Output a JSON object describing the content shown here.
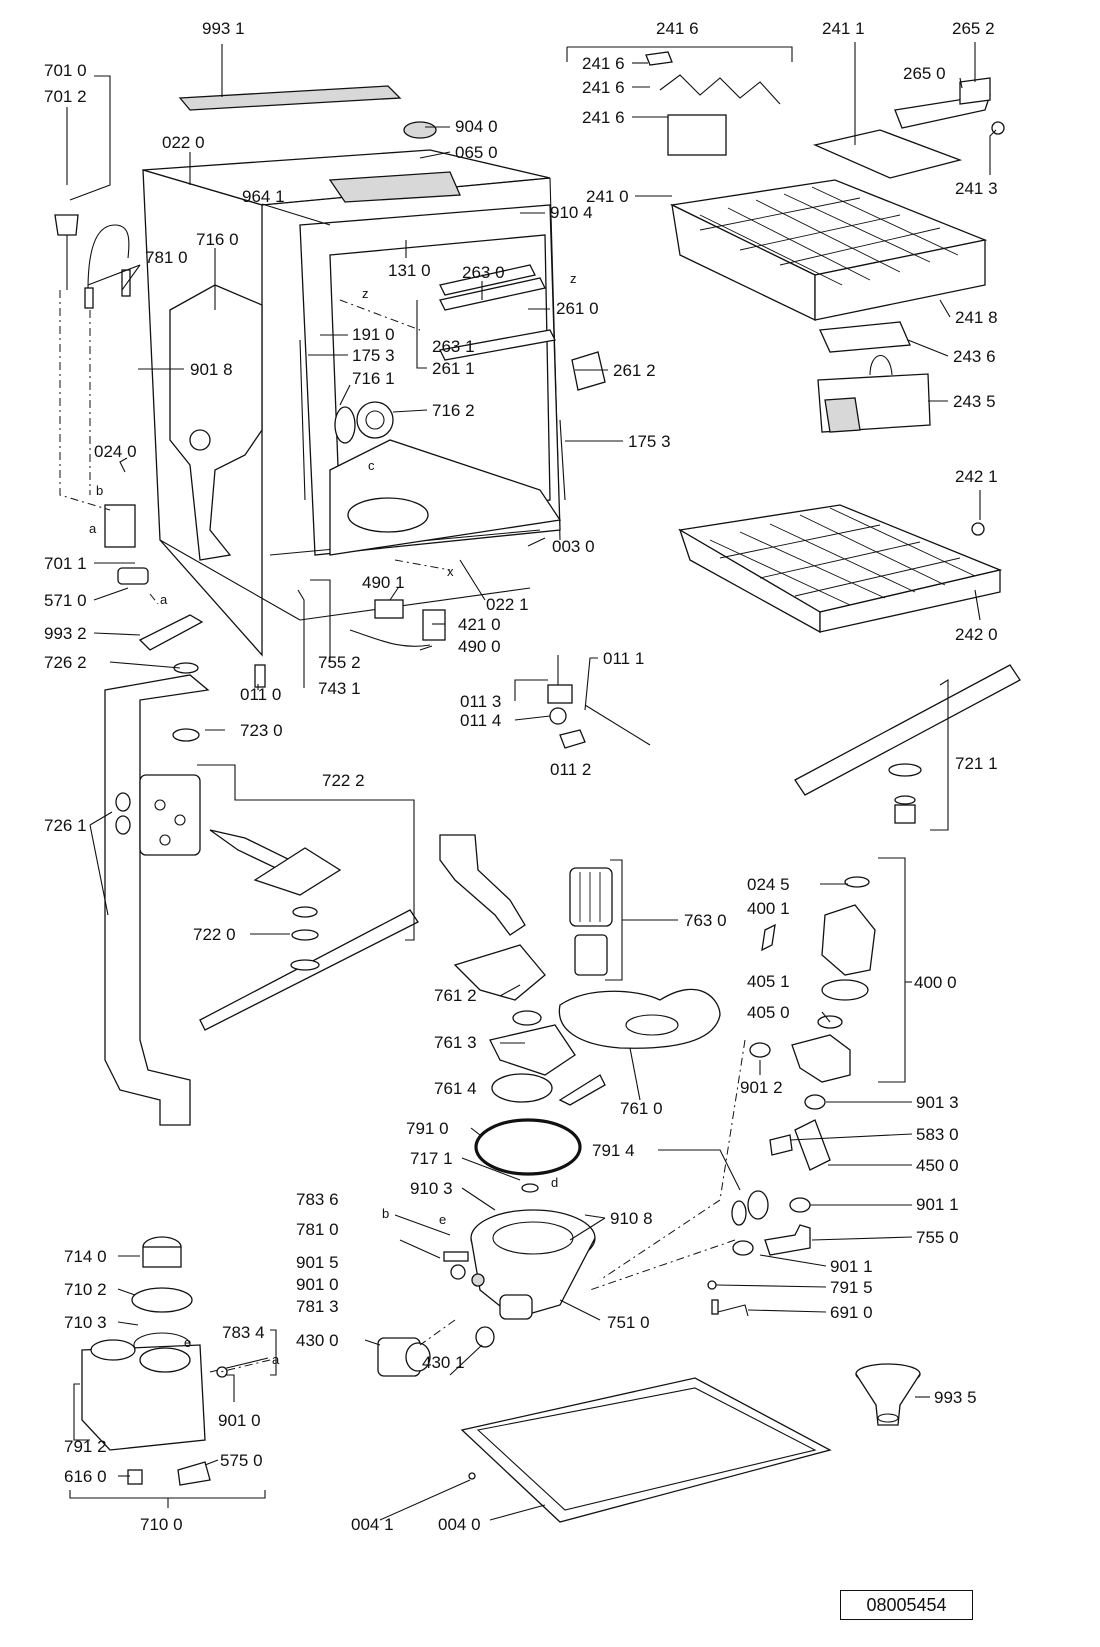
{
  "document_id": "08005454",
  "callouts": [
    "993 1",
    "701 0",
    "701 2",
    "022 0",
    "904 0",
    "065 0",
    "964 1",
    "910 4",
    "716 0",
    "781 0",
    "131 0",
    "263 0",
    "261 0",
    "263 1",
    "261 1",
    "261 2",
    "191 0",
    "175 3",
    "716 1",
    "716 2",
    "175 3",
    "901 8",
    "024 0",
    "003 0",
    "701 1",
    "571 0",
    "993 2",
    "022 1",
    "490 1",
    "421 0",
    "490 0",
    "755 2",
    "743 1",
    "726 2",
    "011 0",
    "011 1",
    "011 3",
    "011 4",
    "011 2",
    "723 0",
    "722 2",
    "726 1",
    "722 0",
    "241 6",
    "241 6",
    "241 6",
    "241 6",
    "241 1",
    "265 2",
    "265 0",
    "241 3",
    "241 0",
    "241 8",
    "243 6",
    "243 5",
    "242 1",
    "242 0",
    "721 1",
    "763 0",
    "761 2",
    "761 3",
    "761 4",
    "761 0",
    "024 5",
    "400 1",
    "405 1",
    "400 0",
    "405 0",
    "901 2",
    "901 3",
    "791 0",
    "791 4",
    "583 0",
    "450 0",
    "717 1",
    "910 3",
    "910 8",
    "783 6",
    "781 0",
    "901 5",
    "901 0",
    "781 3",
    "901 1",
    "755 0",
    "901 1",
    "791 5",
    "691 0",
    "751 0",
    "714 0",
    "710 2",
    "710 3",
    "783 4",
    "430 0",
    "430 1",
    "901 0",
    "791 2",
    "616 0",
    "575 0",
    "710 0",
    "993 5",
    "004 1",
    "004 0"
  ],
  "letter_marks": [
    "z",
    "z",
    "b",
    "a",
    "a",
    "c",
    "x",
    "d",
    "b",
    "e",
    "e",
    "a"
  ]
}
